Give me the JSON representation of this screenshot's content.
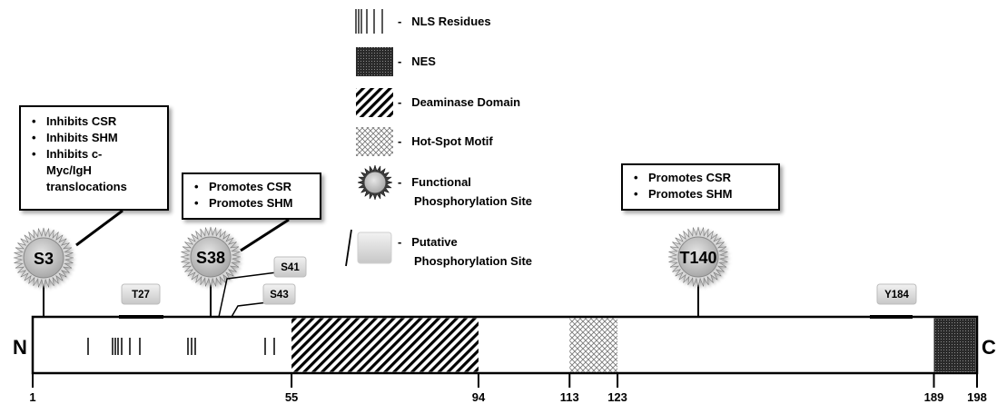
{
  "protein": {
    "n_label": "N",
    "c_label": "C",
    "length": 198,
    "positions": [
      {
        "label": "1",
        "value": 1
      },
      {
        "label": "55",
        "value": 55
      },
      {
        "label": "94",
        "value": 94
      },
      {
        "label": "113",
        "value": 113
      },
      {
        "label": "123",
        "value": 123
      },
      {
        "label": "189",
        "value": 189
      },
      {
        "label": "198",
        "value": 198
      }
    ]
  },
  "legend": {
    "nls": "NLS Residues",
    "nes": "NES",
    "deaminase": "Deaminase Domain",
    "hotspot": "Hot-Spot Motif",
    "functional_line1": "Functional",
    "functional_line2": "Phosphorylation Site",
    "putative_line1": "Putative",
    "putative_line2": "Phosphorylation Site",
    "dash": "-"
  },
  "functional_sites": [
    {
      "label": "S3"
    },
    {
      "label": "S38"
    },
    {
      "label": "T140"
    }
  ],
  "putative_sites": [
    {
      "label": "T27"
    },
    {
      "label": "S41"
    },
    {
      "label": "S43"
    },
    {
      "label": "Y184"
    }
  ],
  "notes": {
    "s3": [
      "Inhibits CSR",
      "Inhibits SHM",
      "Inhibits c-Myc/IgH translocations"
    ],
    "s38": [
      "Promotes CSR",
      "Promotes SHM"
    ],
    "t140": [
      "Promotes CSR",
      "Promotes SHM"
    ]
  },
  "colors": {
    "line": "#000000",
    "site_fill": "#b9b9b9",
    "tag_fill": "#d9d9d9"
  }
}
